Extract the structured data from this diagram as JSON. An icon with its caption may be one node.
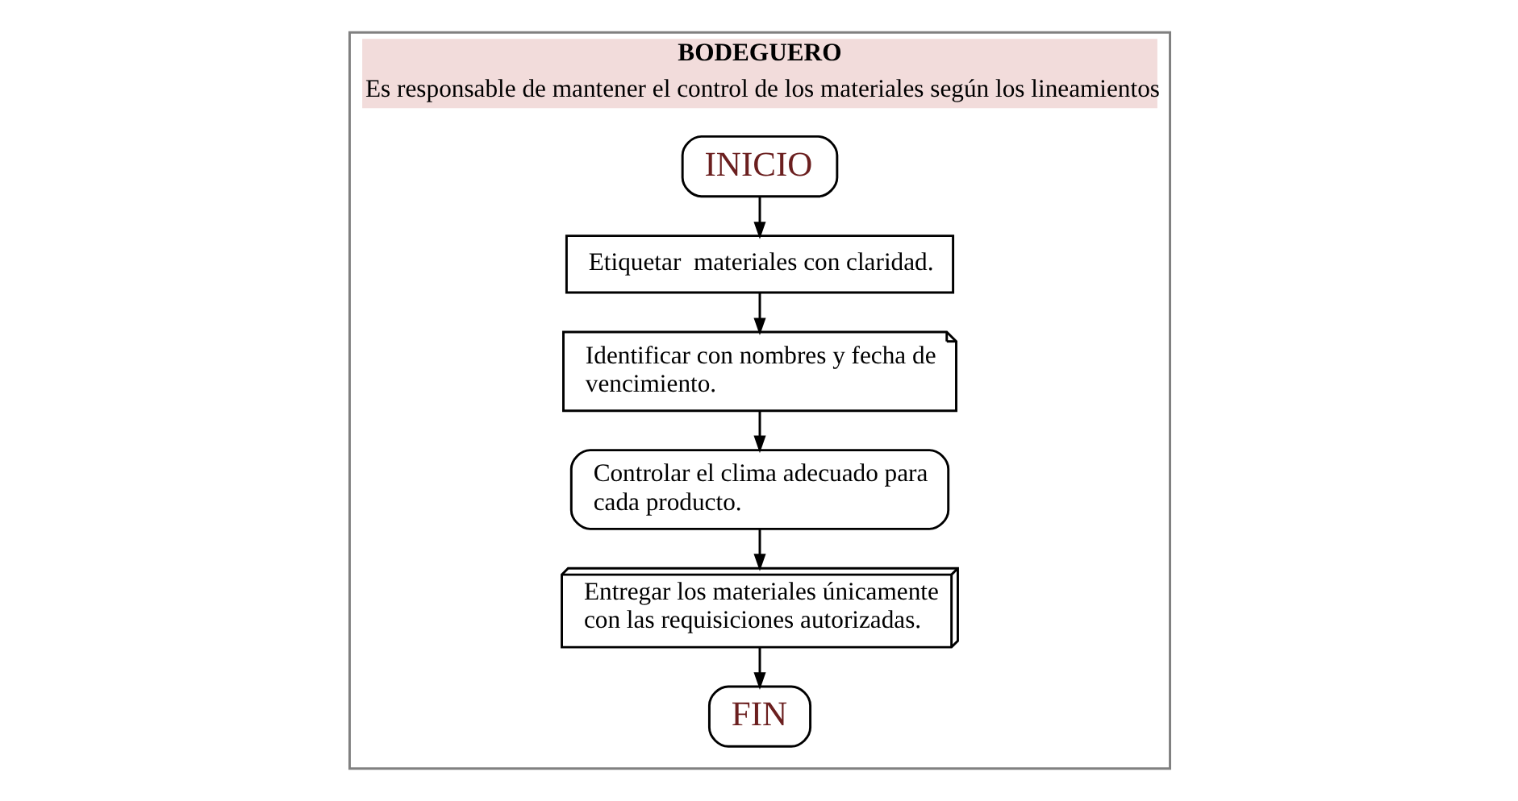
{
  "diagram": {
    "nodes": [
      {
        "text": [
          "BODEGUERO",
          "Es responsable de mantener el control de los materiales según los lineamientos"
        ]
      },
      {
        "text": [
          "INICIO"
        ],
        "in": 0
      },
      {
        "text": [
          "Etiquetar  materiales con claridad."
        ],
        "in": 0
      },
      {
        "text": [
          "Identificar con nombres y fecha de vencimiento."
        ],
        "in": 0
      },
      {
        "text": [
          "Controlar el clima adecuado para cada producto."
        ],
        "in": 0
      },
      {
        "text": [
          "Entregar los materiales únicamente con las requisiciones autorizadas."
        ],
        "in": 0
      },
      {
        "text": [
          "FIN"
        ],
        "in": 0
      }
    ],
    "edges": [
      {
        "from": 1,
        "to": 2,
        "arrow": "to"
      },
      {
        "from": 2,
        "to": 3,
        "arrow": "to"
      },
      {
        "from": 3,
        "to": 4,
        "arrow": "to"
      },
      {
        "from": 4,
        "to": 5,
        "arrow": "to"
      },
      {
        "from": 5,
        "to": 6,
        "arrow": "to"
      }
    ]
  }
}
